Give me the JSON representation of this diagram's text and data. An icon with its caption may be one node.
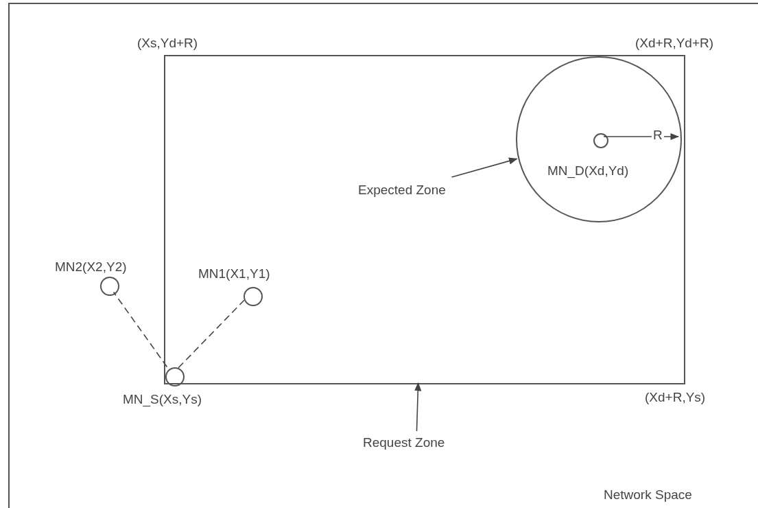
{
  "diagram": {
    "nodes": [
      {
        "text": [
          "Network Space"
        ]
      },
      {
        "text": [],
        "shape": "box",
        "in": 0
      },
      {
        "text": [],
        "shape": "circle",
        "in": 1
      },
      {
        "text": [
          "MN_D(Xd,Yd)"
        ],
        "in": 2
      },
      {
        "text": [
          "MN_S(Xs,Ys)"
        ],
        "in": 1
      },
      {
        "text": [
          "MN1(X1,Y1)"
        ],
        "in": 1
      },
      {
        "text": [
          "MN2(X2,Y2)"
        ],
        "in": 0
      },
      {
        "text": [
          "Expected Zone"
        ],
        "in": 1
      },
      {
        "text": [
          "Request Zone"
        ],
        "in": 0
      }
    ],
    "edges": [
      {
        "from": 7,
        "to": 2,
        "arrow": "to"
      },
      {
        "from": 8,
        "to": 1,
        "arrow": "to"
      },
      {
        "from": 3,
        "to": 2,
        "arrow": "to",
        "label": "R"
      },
      {
        "from": 4,
        "to": 5,
        "arrow": "none",
        "style": "dashed"
      },
      {
        "from": 4,
        "to": 6,
        "arrow": "none",
        "style": "dashed"
      }
    ],
    "labels": [
      "(Xs,Yd+R)",
      "(Xd+R,Yd+R)",
      "(Xd+R,Ys)"
    ]
  }
}
